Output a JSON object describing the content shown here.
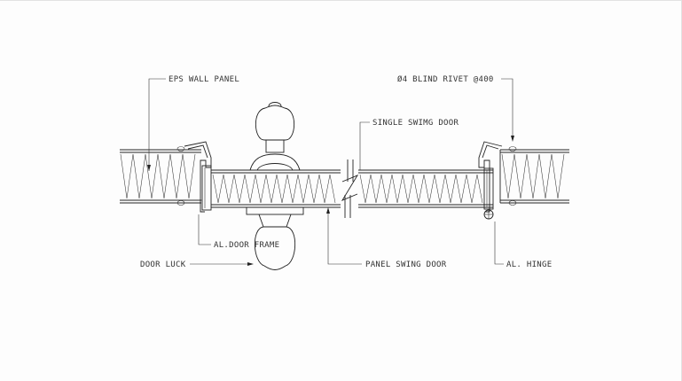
{
  "labels": {
    "eps_wall_panel": "EPS WALL PANEL",
    "blind_rivet": "Ø4 BLIND RIVET @400",
    "single_swing_door": "SINGLE SWIMG DOOR",
    "al_door_frame": "AL.DOOR FRAME",
    "door_luck": "DOOR LUCK",
    "panel_swing_door": "PANEL SWING DOOR",
    "al_hinge": "AL. HINGE"
  }
}
